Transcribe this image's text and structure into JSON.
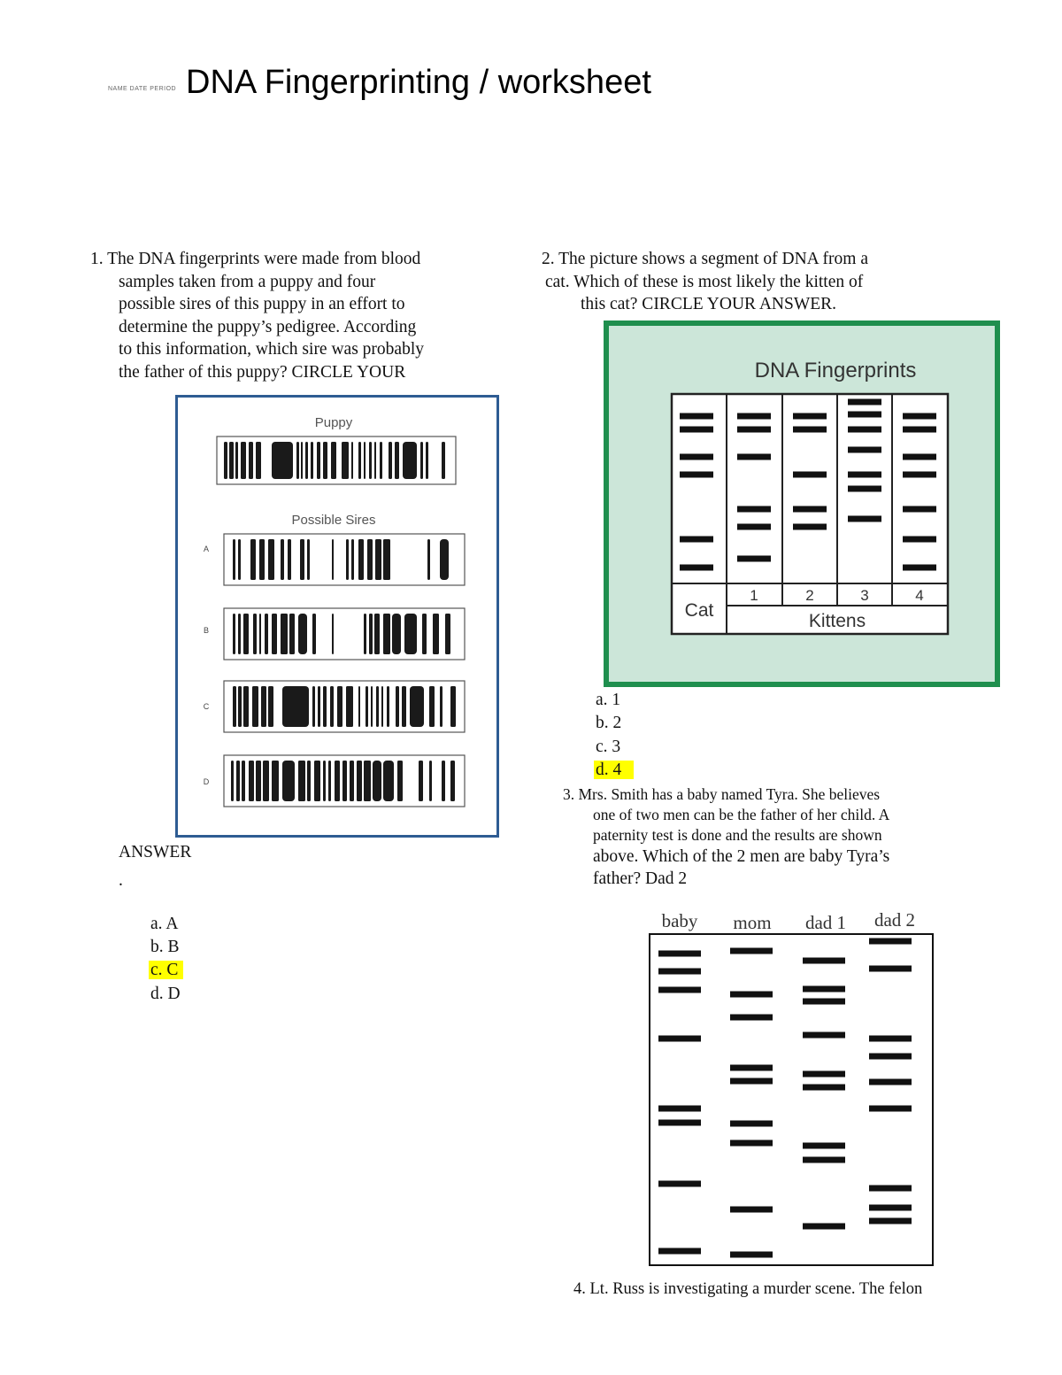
{
  "header": {
    "small_label": "NAME DATE PERIOD",
    "title": "DNA Fingerprinting / worksheet"
  },
  "q1": {
    "lines": [
      "1. The DNA fingerprints were made from blood",
      "samples taken from a puppy and four",
      "possible sires of this puppy in an effort to",
      "determine the puppy’s pedigree. According",
      "to this information, which sire was probably",
      "the father of this puppy? CIRCLE YOUR"
    ],
    "answer_word": "ANSWER",
    "dot": ".",
    "options": [
      "a. A",
      "b. B",
      "c. C",
      "d. D"
    ],
    "selected_index": 2,
    "figure": {
      "puppy_label": "Puppy",
      "sires_label": "Possible Sires",
      "row_labels": [
        "A",
        "B",
        "C",
        "D"
      ]
    }
  },
  "q2": {
    "lines": [
      "2. The picture shows a segment of DNA from a",
      "cat. Which of these is most likely the kitten  of",
      "this cat? CIRCLE YOUR ANSWER."
    ],
    "options": [
      "a. 1",
      "b. 2",
      "c. 3",
      "d. 4"
    ],
    "selected_index": 3,
    "figure": {
      "title": "DNA Fingerprints",
      "cat_label": "Cat",
      "kittens_label": "Kittens",
      "lane_numbers": [
        "1",
        "2",
        "3",
        "4"
      ]
    }
  },
  "q3": {
    "lines": [
      "3.  Mrs. Smith has a baby named Tyra. She believes",
      "one of two men can be the father of her child. A",
      "paternity test is done and the results are shown"
    ],
    "lines_large": [
      "above. Which of the 2 men are baby Tyra’s",
      "father? Dad 2"
    ],
    "figure": {
      "lane_labels": [
        "baby",
        "mom",
        "dad 1",
        "dad 2"
      ]
    }
  },
  "q4": {
    "text": "4. Lt. Russ is investigating a murder scene. The  felon"
  },
  "colors": {
    "highlight": "#ffff00",
    "puppy_border": "#2e5c93",
    "cat_border": "#1f8f4e",
    "cat_bg": "#cce6d9"
  }
}
